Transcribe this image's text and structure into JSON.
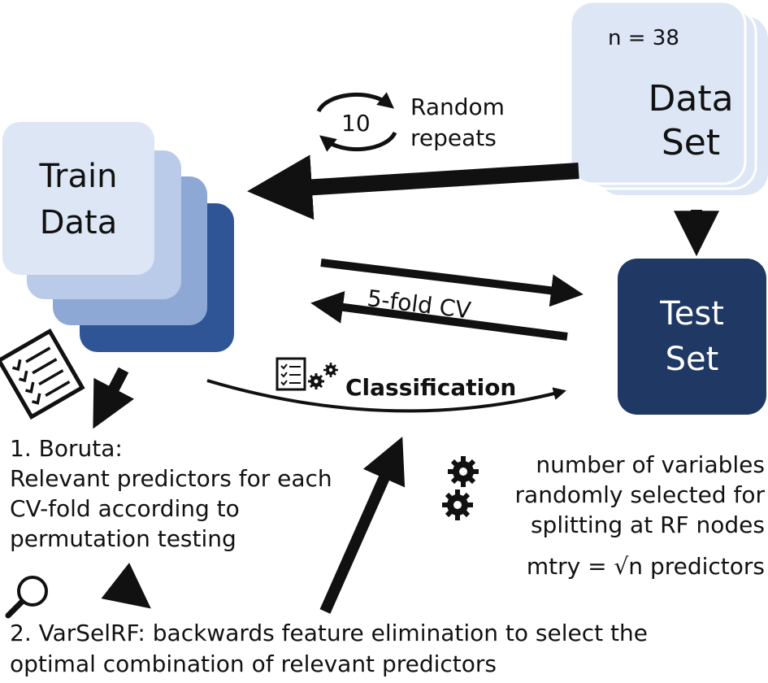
{
  "data_set": {
    "n_label": "n = 38",
    "line1": "Data",
    "line2": "Set"
  },
  "train_data": {
    "line1": "Train",
    "line2": "Data"
  },
  "test_set": {
    "line1": "Test",
    "line2": "Set"
  },
  "repeats": {
    "count": "10",
    "line1": "Random",
    "line2": "repeats"
  },
  "cv_label": "5-fold CV",
  "classification_label": "Classification",
  "boruta": {
    "line1": "1. Boruta:",
    "line2": "Relevant predictors for each",
    "line3": "CV-fold according to",
    "line4": "permutation testing"
  },
  "mtry": {
    "line1": "number of variables",
    "line2": "randomly selected for",
    "line3": "splitting at RF nodes",
    "formula": "mtry = √n predictors"
  },
  "varselrf": {
    "line1": "2. VarSelRF: backwards feature elimination to select the",
    "line2": "optimal combination of relevant predictors"
  },
  "colors": {
    "light": "#dde6f5",
    "mid_light": "#b9cbe8",
    "mid": "#8ea8d6",
    "dark": "#2f5597",
    "navy": "#1f3864",
    "ink": "#111111"
  }
}
